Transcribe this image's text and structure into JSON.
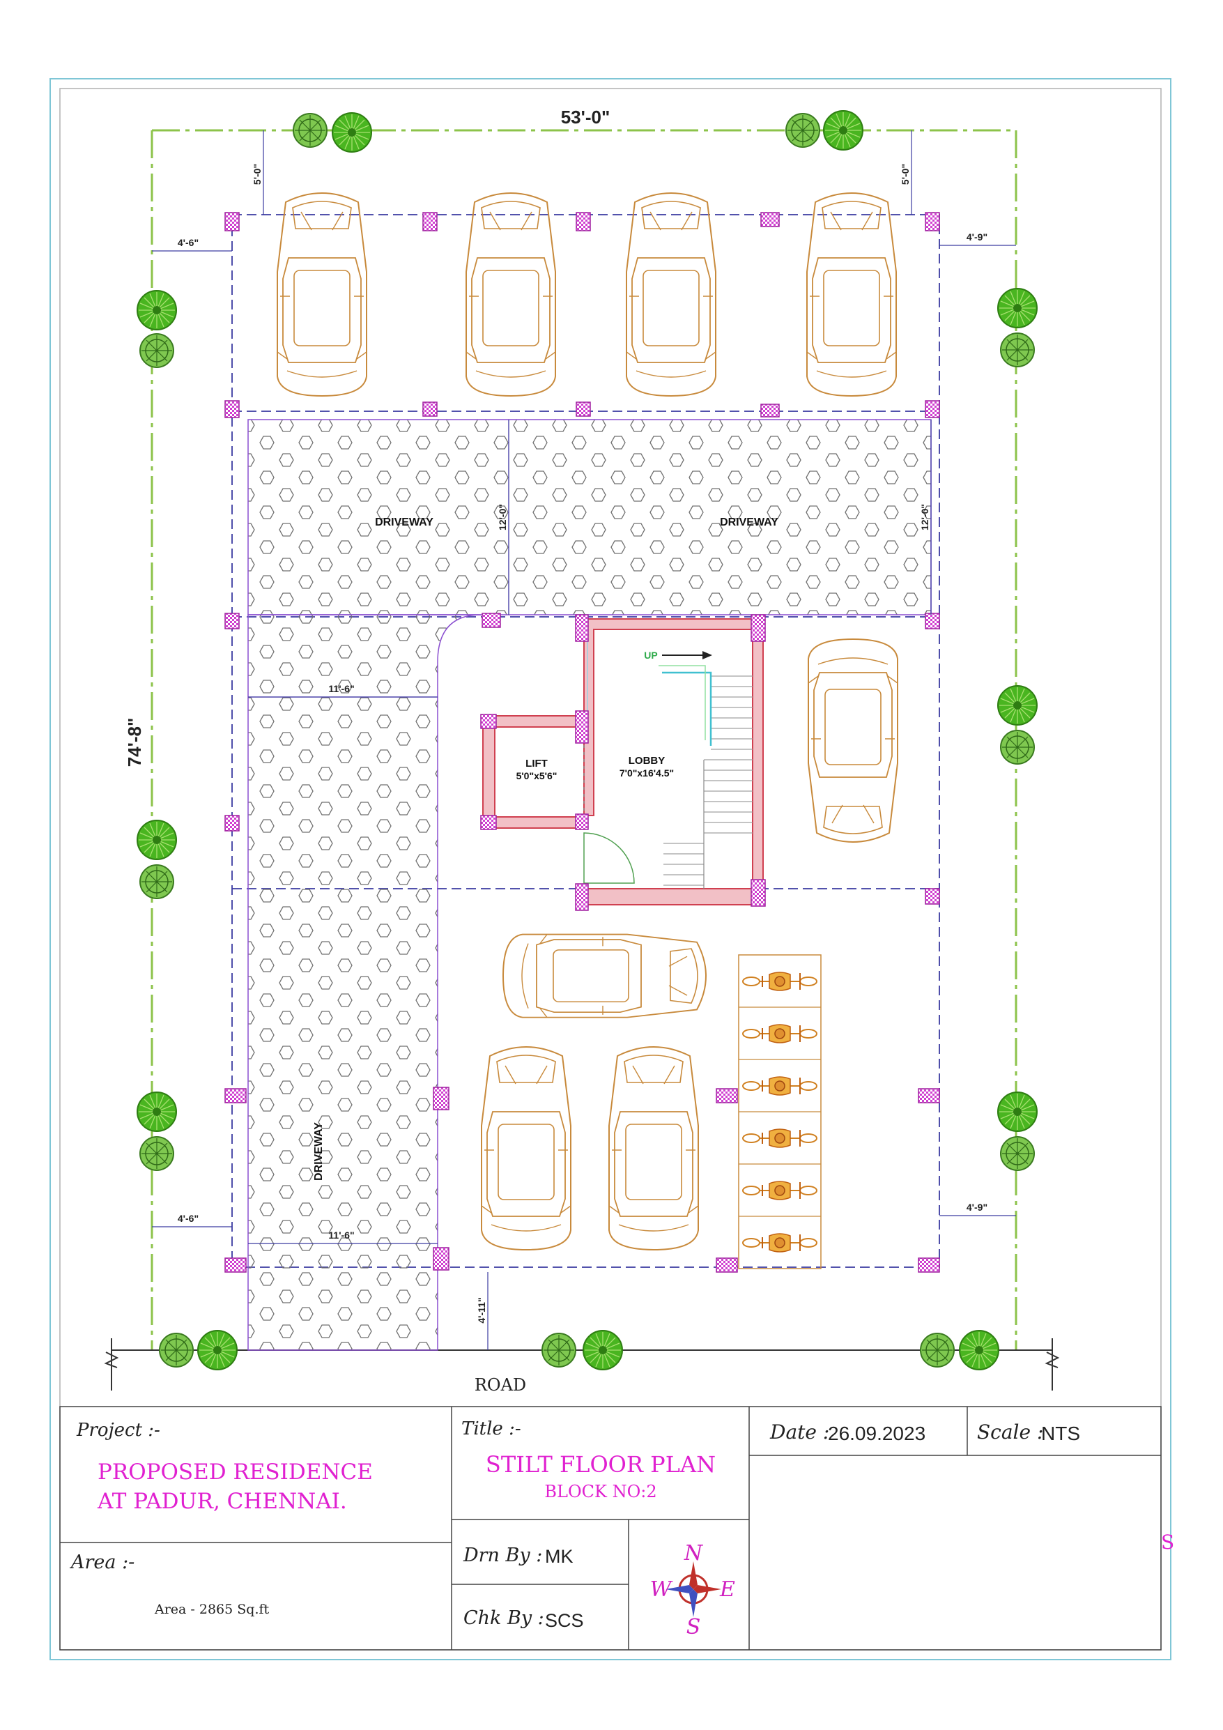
{
  "plan": {
    "dims": {
      "width": "53'-0\"",
      "depth": "74'-8\"",
      "top_setback_left": "5'-0\"",
      "top_setback_right": "5'-0\"",
      "left_setback_top": "4'-6\"",
      "right_setback_top": "4'-9\"",
      "left_setback_bottom": "4'-6\"",
      "right_setback_bottom": "4'-9\"",
      "driveway_width_mid": "11'-6\"",
      "driveway_width_bottom": "11'-6\"",
      "driveway_depth_left": "12'-0\"",
      "driveway_depth_right": "12'-0\"",
      "front_setback": "4'-11\""
    },
    "labels": {
      "driveway_1": "DRIVEWAY",
      "driveway_2": "DRIVEWAY",
      "driveway_3": "DRIVEWAY",
      "lift": "LIFT",
      "lift_size": "5'0\"x5'6\"",
      "lobby": "LOBBY",
      "lobby_size": "7'0\"x16'4.5\"",
      "stair_up": "UP",
      "road": "ROAD"
    }
  },
  "title_block": {
    "project_label": "Project :-",
    "project_line1": "PROPOSED RESIDENCE",
    "project_line2": "AT PADUR, CHENNAI.",
    "title_label": "Title :-",
    "title_line1": "STILT FLOOR PLAN",
    "title_line2": "BLOCK NO:2",
    "date_label": "Date :",
    "date_value": "26.09.2023",
    "scale_label": "Scale :",
    "scale_value": "NTS",
    "area_label": "Area :-",
    "area_value": "Area - 2865 Sq.ft",
    "drawn_label": "Drn By :",
    "drawn_value": "MK",
    "checked_label": "Chk By :",
    "checked_value": "SCS",
    "compass": {
      "n": "N",
      "w": "W",
      "e": "E",
      "s": "S"
    },
    "stray_mark": "S"
  },
  "colors": {
    "frame": "#7fc6d6",
    "boundary": "#8cc34a",
    "grid": "#3a3aa0",
    "column": "#c020c0",
    "car": "#c88a3c",
    "wall": "#d85060",
    "tree": "#3caa20",
    "magenta_text": "#e020d0"
  }
}
